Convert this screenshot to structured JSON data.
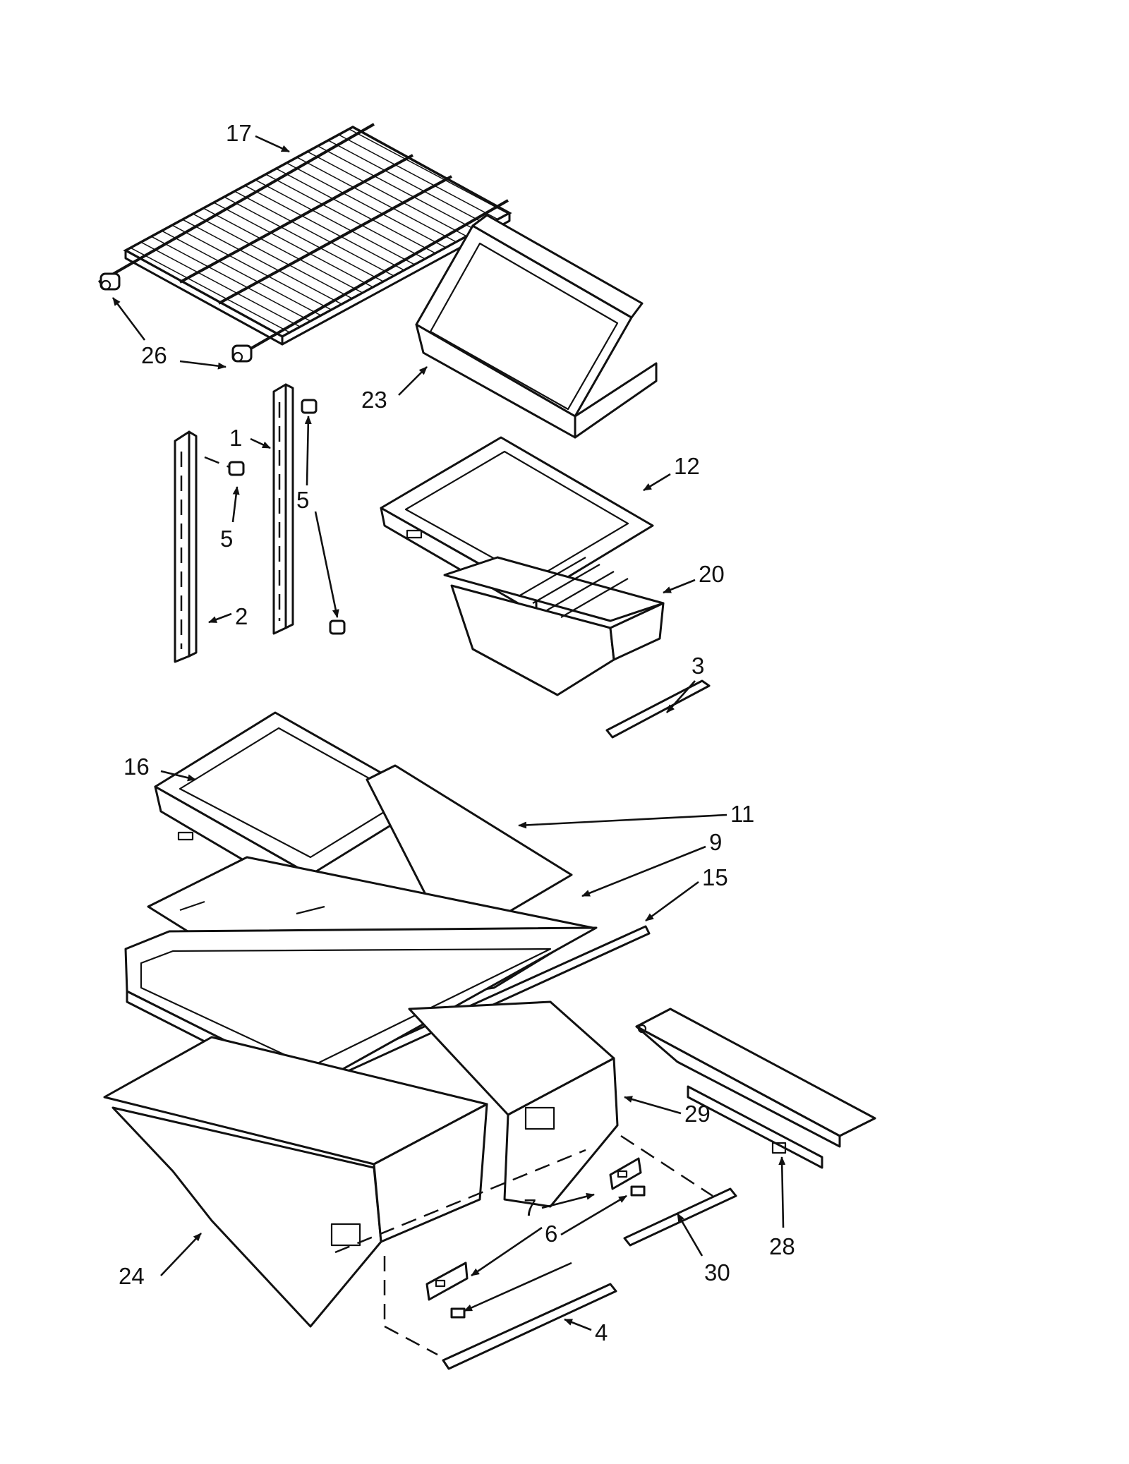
{
  "callouts": [
    {
      "id": "c17",
      "text": "17"
    },
    {
      "id": "c26",
      "text": "26"
    },
    {
      "id": "c23",
      "text": "23"
    },
    {
      "id": "c1",
      "text": "1"
    },
    {
      "id": "c5a",
      "text": "5"
    },
    {
      "id": "c5b",
      "text": "5"
    },
    {
      "id": "c2",
      "text": "2"
    },
    {
      "id": "c12",
      "text": "12"
    },
    {
      "id": "c20",
      "text": "20"
    },
    {
      "id": "c3",
      "text": "3"
    },
    {
      "id": "c16",
      "text": "16"
    },
    {
      "id": "c11",
      "text": "11"
    },
    {
      "id": "c9",
      "text": "9"
    },
    {
      "id": "c15",
      "text": "15"
    },
    {
      "id": "c29",
      "text": "29"
    },
    {
      "id": "c28",
      "text": "28"
    },
    {
      "id": "c7",
      "text": "7"
    },
    {
      "id": "c6",
      "text": "6"
    },
    {
      "id": "c30",
      "text": "30"
    },
    {
      "id": "c24",
      "text": "24"
    },
    {
      "id": "c4",
      "text": "4"
    }
  ]
}
